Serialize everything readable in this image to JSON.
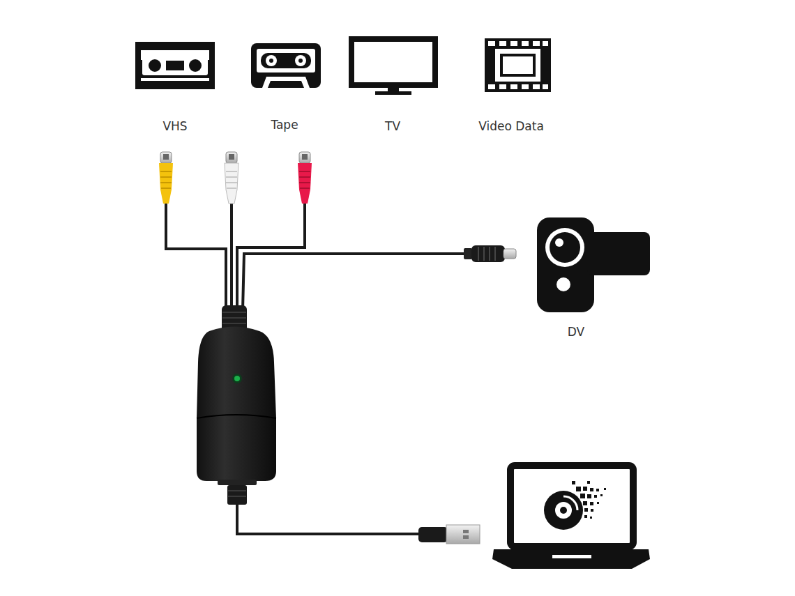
{
  "diagram": {
    "labels": [
      "VHS",
      "Tape",
      "TV",
      "Video Data",
      "DV"
    ]
  }
}
